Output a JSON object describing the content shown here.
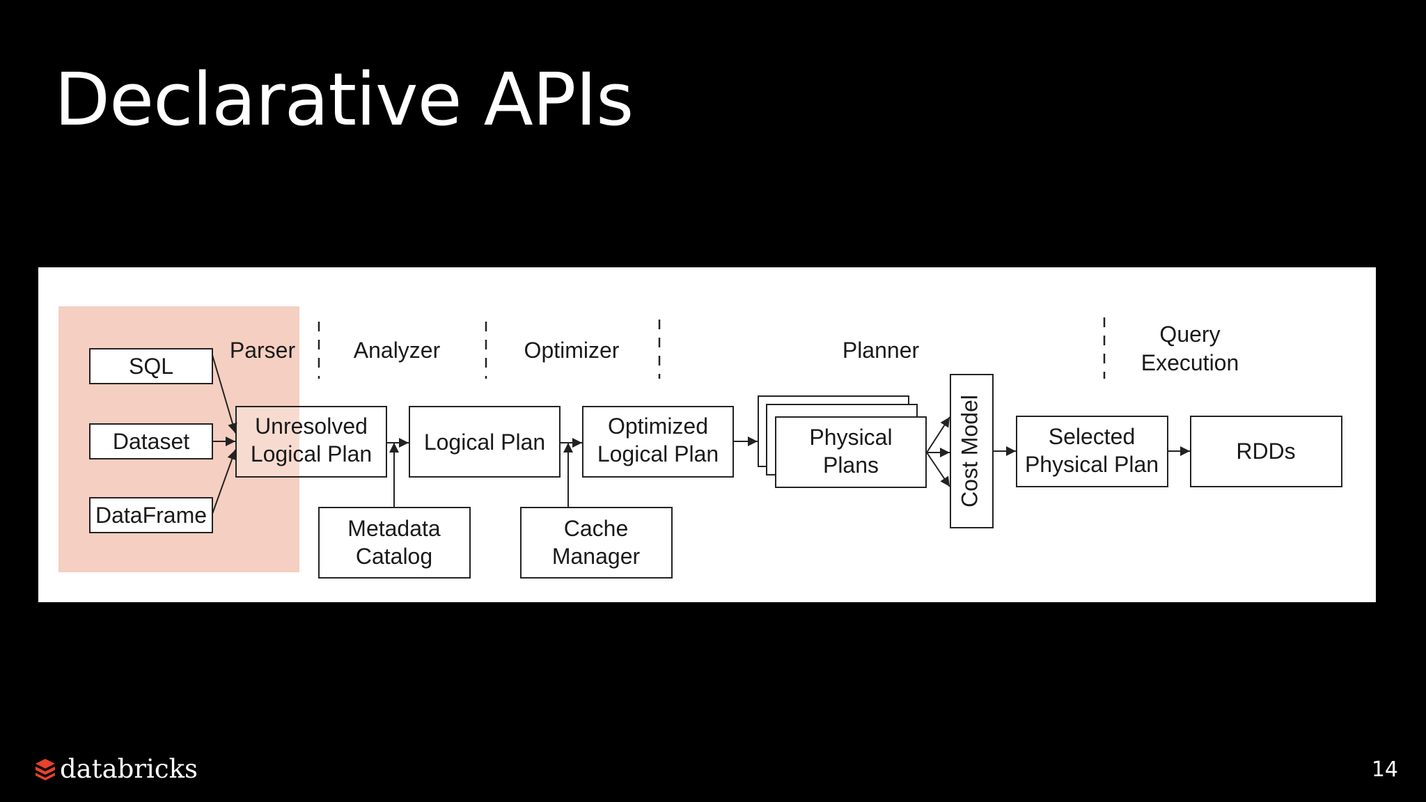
{
  "slide": {
    "title": "Declarative APIs",
    "page_number": "14",
    "logo_text": "databricks"
  },
  "colors": {
    "background": "#000000",
    "panel": "#ffffff",
    "highlight": "#f5cfc1",
    "logo_red": "#e8412c"
  },
  "diagram": {
    "phases": {
      "parser": "Parser",
      "analyzer": "Analyzer",
      "optimizer": "Optimizer",
      "planner": "Planner",
      "query_execution_line1": "Query",
      "query_execution_line2": "Execution"
    },
    "inputs": {
      "sql": "SQL",
      "dataset": "Dataset",
      "dataframe": "DataFrame"
    },
    "nodes": {
      "unresolved_line1": "Unresolved",
      "unresolved_line2": "Logical Plan",
      "logical_plan": "Logical Plan",
      "optimized_line1": "Optimized",
      "optimized_line2": "Logical Plan",
      "metadata_line1": "Metadata",
      "metadata_line2": "Catalog",
      "cache_line1": "Cache",
      "cache_line2": "Manager",
      "physical_line1": "Physical",
      "physical_line2": "Plans",
      "cost_model": "Cost Model",
      "selected_line1": "Selected",
      "selected_line2": "Physical Plan",
      "rdds": "RDDs"
    }
  }
}
